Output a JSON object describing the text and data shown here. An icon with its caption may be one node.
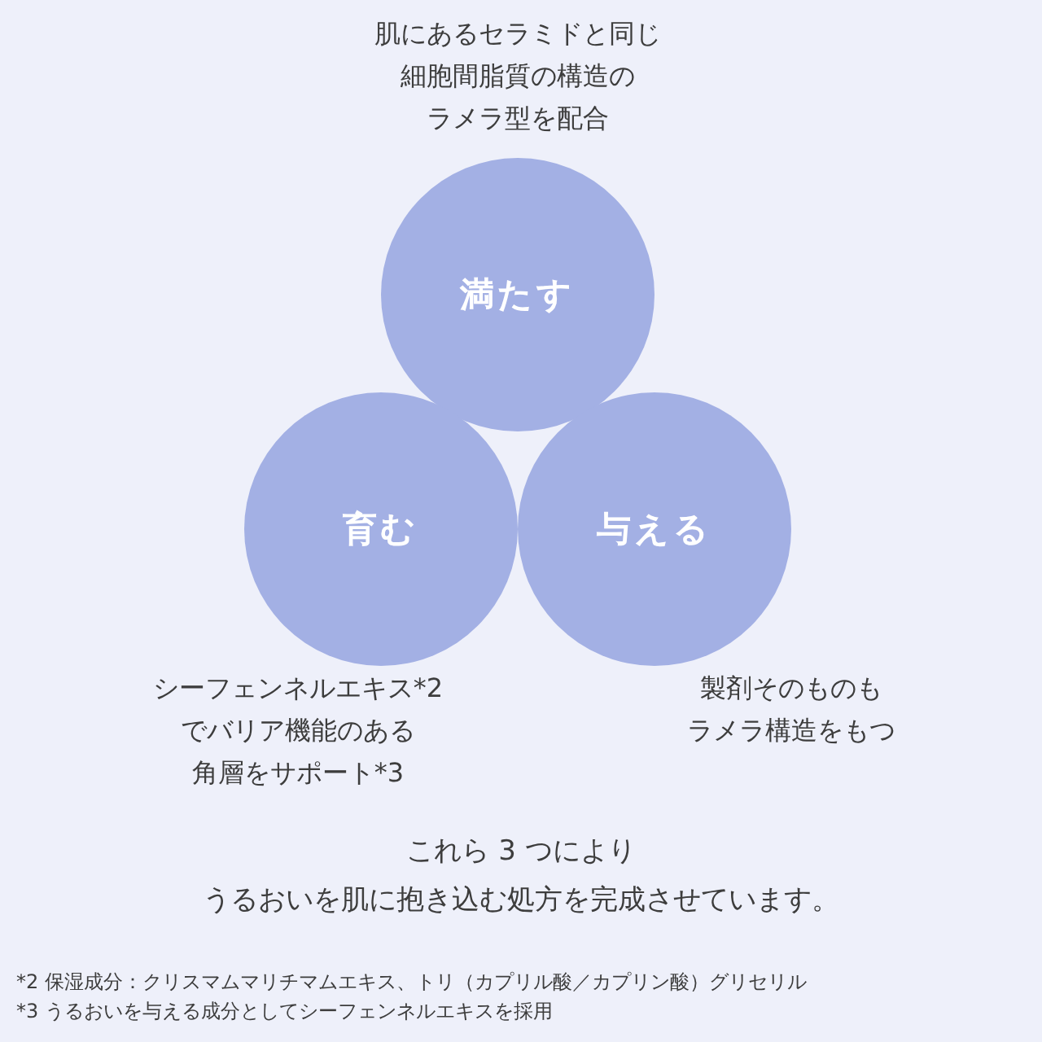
{
  "diagram": {
    "nodes": [
      {
        "text": [
          "満たす"
        ],
        "beside": [
          "肌にあるセラミドと同じ細胞間脂質の構造のラメラ型を配合"
        ]
      },
      {
        "text": [
          "育む"
        ],
        "beside": [
          "シーフェンネルエキス*2でバリア機能のある角層をサポート*3"
        ]
      },
      {
        "text": [
          "与える"
        ],
        "beside": [
          "製剤そのものもラメラ構造をもつ"
        ]
      }
    ],
    "labels": [
      "これら 3 つにより",
      "うるおいを肌に抱き込む処方を完成させています。",
      "*2 保湿成分：クリスマムマリチマムエキス、トリ（カプリル酸／カプリン酸）グリセリル",
      "*3 うるおいを与える成分としてシーフェンネルエキスを採用"
    ]
  }
}
